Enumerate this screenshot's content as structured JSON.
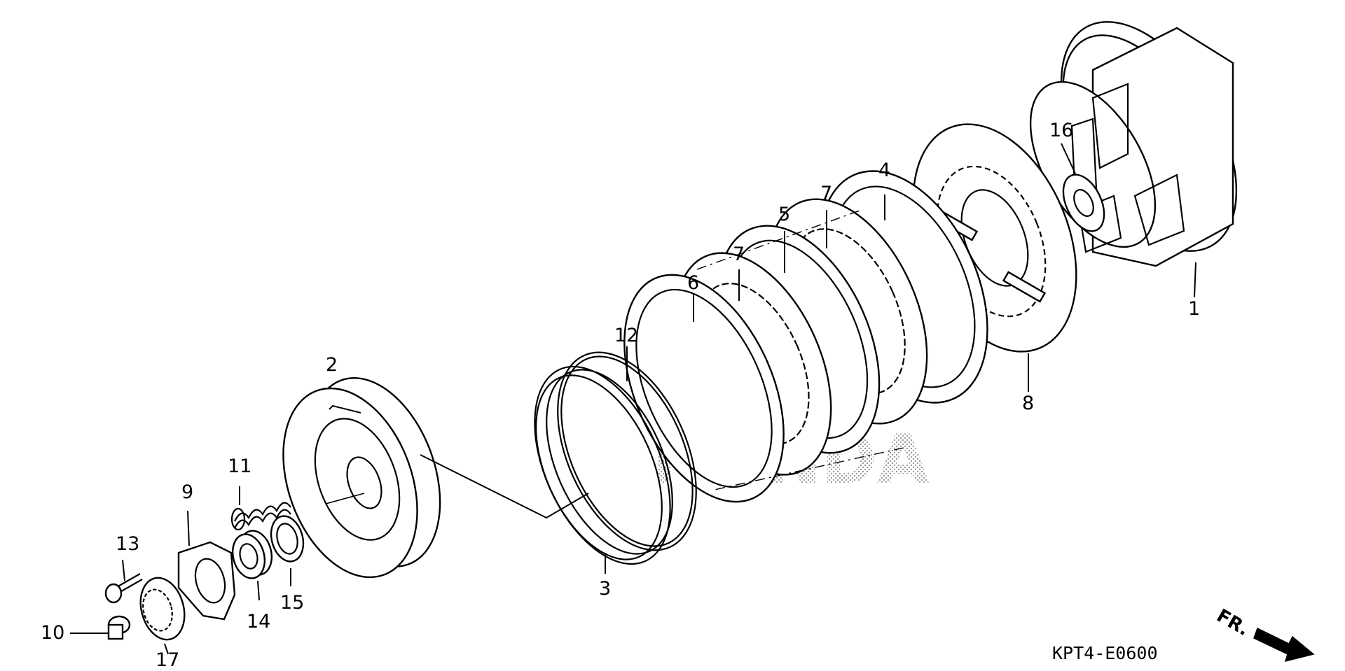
{
  "diagram": {
    "labels": {
      "p1": "1",
      "p2": "2",
      "p3": "3",
      "p4": "4",
      "p5": "5",
      "p6": "6",
      "p7a": "7",
      "p7b": "7",
      "p8": "8",
      "p9": "9",
      "p10": "10",
      "p11": "11",
      "p12": "12",
      "p13": "13",
      "p14": "14",
      "p15": "15",
      "p16": "16",
      "p17": "17"
    },
    "code": "KPT4-E0600",
    "direction": "FR.",
    "watermark": "HONDA",
    "colors": {
      "ink": "#000000",
      "paper": "#ffffff"
    },
    "icons": {
      "direction": "arrow-down-right-icon"
    }
  }
}
